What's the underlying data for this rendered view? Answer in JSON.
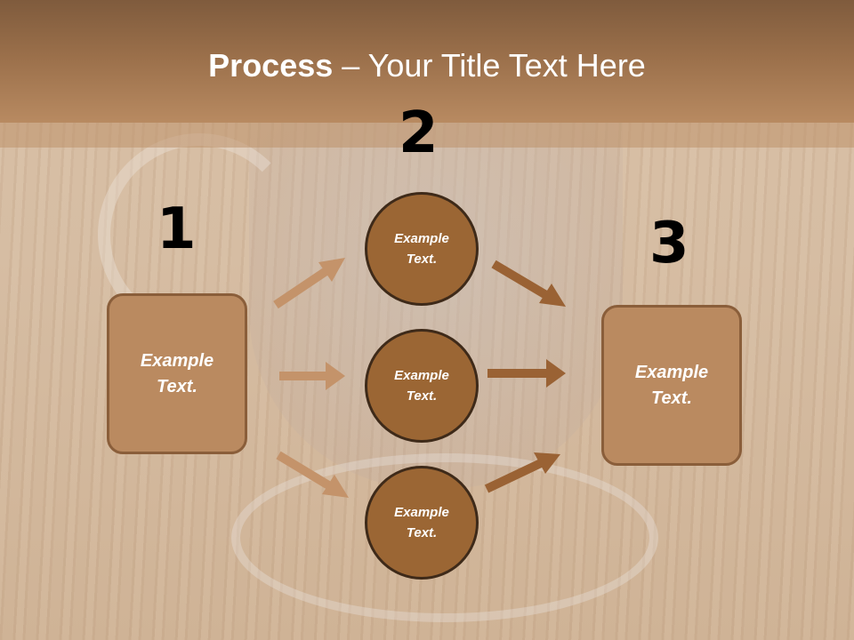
{
  "title": {
    "bold": "Process",
    "rest": " – Your Title Text Here"
  },
  "steps": {
    "one": "1",
    "two": "2",
    "three": "3"
  },
  "boxes": {
    "left": "Example Text.",
    "right": "Example Text."
  },
  "circles": {
    "top": "Example Text.",
    "middle": "Example Text.",
    "bottom": "Example Text."
  },
  "colors": {
    "header": "#9a6f4a",
    "box_fill": "#ba8a60",
    "circle_fill": "#9b6634",
    "arrow_light": "#c4936a",
    "arrow_dark": "#9a6234"
  }
}
